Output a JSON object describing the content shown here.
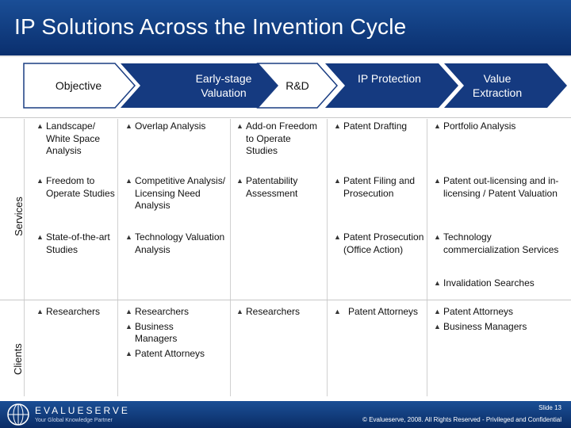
{
  "title": "IP Solutions Across the Invention Cycle",
  "header": {
    "objective": "Objective",
    "early_stage": "Early-stage Valuation",
    "rnd": "R&D",
    "ip_protection": "IP Protection",
    "value_extraction": "Value Extraction"
  },
  "side_labels": {
    "services": "Services",
    "clients": "Clients"
  },
  "bullet_glyph": "▲",
  "services": {
    "objective": [
      "Landscape/ White Space Analysis",
      "Freedom to Operate Studies",
      "State-of-the-art Studies"
    ],
    "early_stage": [
      "Overlap Analysis",
      "Competitive Analysis/ Licensing Need Analysis",
      "Technology Valuation Analysis"
    ],
    "rnd": [
      "Add-on Freedom to Operate Studies",
      "Patentability Assessment"
    ],
    "ip_protection": [
      "Patent Drafting",
      "Patent Filing and Prosecution",
      "Patent Prosecution (Office Action)"
    ],
    "value_extraction": [
      "Portfolio Analysis",
      "Patent out-licensing and in-licensing / Patent Valuation",
      "Technology commercialization Services",
      "Invalidation Searches"
    ]
  },
  "clients": {
    "objective": [
      "Researchers"
    ],
    "early_stage": [
      "Researchers",
      "Business Managers",
      "Patent Attorneys"
    ],
    "rnd": [
      "Researchers"
    ],
    "ip_protection": [
      "Patent Attorneys"
    ],
    "value_extraction": [
      "Patent Attorneys",
      "Business Managers"
    ]
  },
  "footer": {
    "brand": "EVALUESERVE",
    "tagline": "Your Global Knowledge Partner",
    "slide": "Slide 13",
    "copyright": "© Evalueserve, 2008. All Rights Reserved - Privileged and Confidential"
  },
  "colors": {
    "title_bg": "#0f3b7e",
    "chevron_dark": "#12337a",
    "chevron_light": "#ffffff",
    "footer_bg": "#123f80"
  }
}
